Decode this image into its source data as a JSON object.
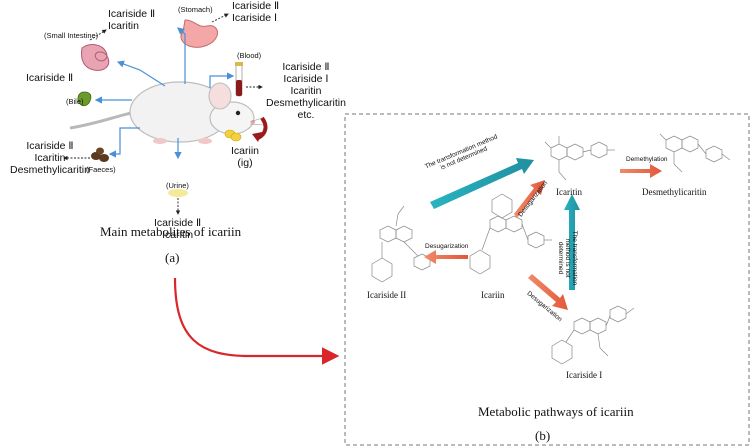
{
  "left": {
    "small_intestine": {
      "organ": "(Small Intestine)",
      "metabolites": [
        "Icariside Ⅱ",
        "Icaritin"
      ]
    },
    "stomach": {
      "organ": "(Stomach)",
      "metabolites": [
        "Icariside Ⅱ",
        "Icariside Ⅰ"
      ]
    },
    "blood": {
      "organ": "(Blood)",
      "metabolites": [
        "Icariside Ⅱ",
        "Icariside Ⅰ",
        "Icaritin",
        "Desmethylicaritin",
        "etc."
      ]
    },
    "bile": {
      "organ": "(Bile)",
      "metabolites": [
        "Icariside Ⅱ"
      ]
    },
    "faeces": {
      "organ": "(Faeces)",
      "metabolites": [
        "Icariside Ⅱ",
        "Icaritin",
        "Desmethylicaritin"
      ]
    },
    "urine": {
      "organ": "(Urine)",
      "metabolites": [
        "Icariside Ⅱ",
        "Icaritin"
      ]
    },
    "dose": {
      "compound": "Icariin",
      "route": "(ig)"
    },
    "caption": "Main metabolites of icariin",
    "panel": "(a)"
  },
  "right": {
    "compounds": {
      "icaritin": "Icaritin",
      "desmethylicaritin": "Desmethylicaritin",
      "icariside2": "Icariside II",
      "icariin": "Icariin",
      "icariside1": "Icariside I"
    },
    "arrows": {
      "undetermined_top": "The transformation method\nis not determined",
      "undetermined_vertical": "The transformation\nmethod is not\ndetermined",
      "demethylation": "Demethylation",
      "desugarization_left": "Desugarization",
      "desugarization_up": "Desugarization",
      "desugarization_down": "Desugarization"
    },
    "caption": "Metabolic pathways of icariin",
    "panel": "(b)"
  },
  "colors": {
    "teal_arrow": "#2ab3c0",
    "orange_arrow": "#e8704f",
    "blue_line": "#4a90d9",
    "red_connector": "#d9262b",
    "box_border": "#777777"
  }
}
